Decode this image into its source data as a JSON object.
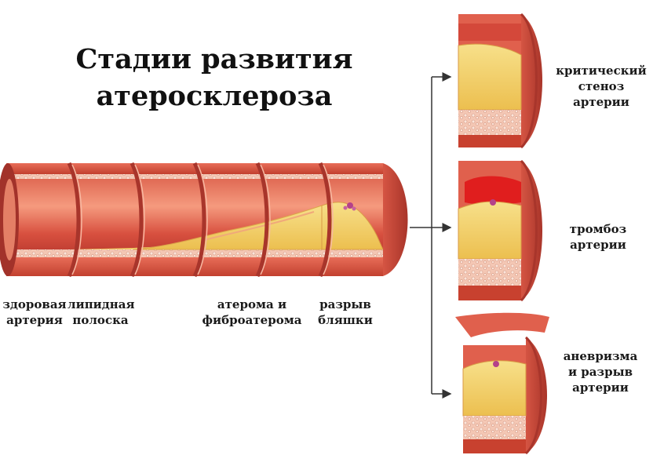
{
  "title": {
    "line1": "Стадии развития",
    "line2": "атеросклероза"
  },
  "stages": {
    "healthy": {
      "line1": "здоровая",
      "line2": "артерия"
    },
    "lipid": {
      "line1": "липидная",
      "line2": "полоска"
    },
    "atheroma": {
      "line1": "атерома и",
      "line2": "фиброатерома"
    },
    "rupture": {
      "line1": "разрыв",
      "line2": "бляшки"
    }
  },
  "outcomes": {
    "stenosis": {
      "line1": "критический",
      "line2": "стеноз",
      "line3": "артерии"
    },
    "thrombosis": {
      "line1": "тромбоз",
      "line2": "артерии"
    },
    "aneurysm": {
      "line1": "аневризма",
      "line2": "и разрыв",
      "line3": "артерии"
    }
  },
  "colors": {
    "artery_wall": "#d9534a",
    "artery_light": "#ef8a6e",
    "artery_dark": "#b5302a",
    "plaque": "#f3d36b",
    "plaque_edge": "#e9b545",
    "thrombus": "#e01e1e",
    "arrow": "#333333"
  }
}
